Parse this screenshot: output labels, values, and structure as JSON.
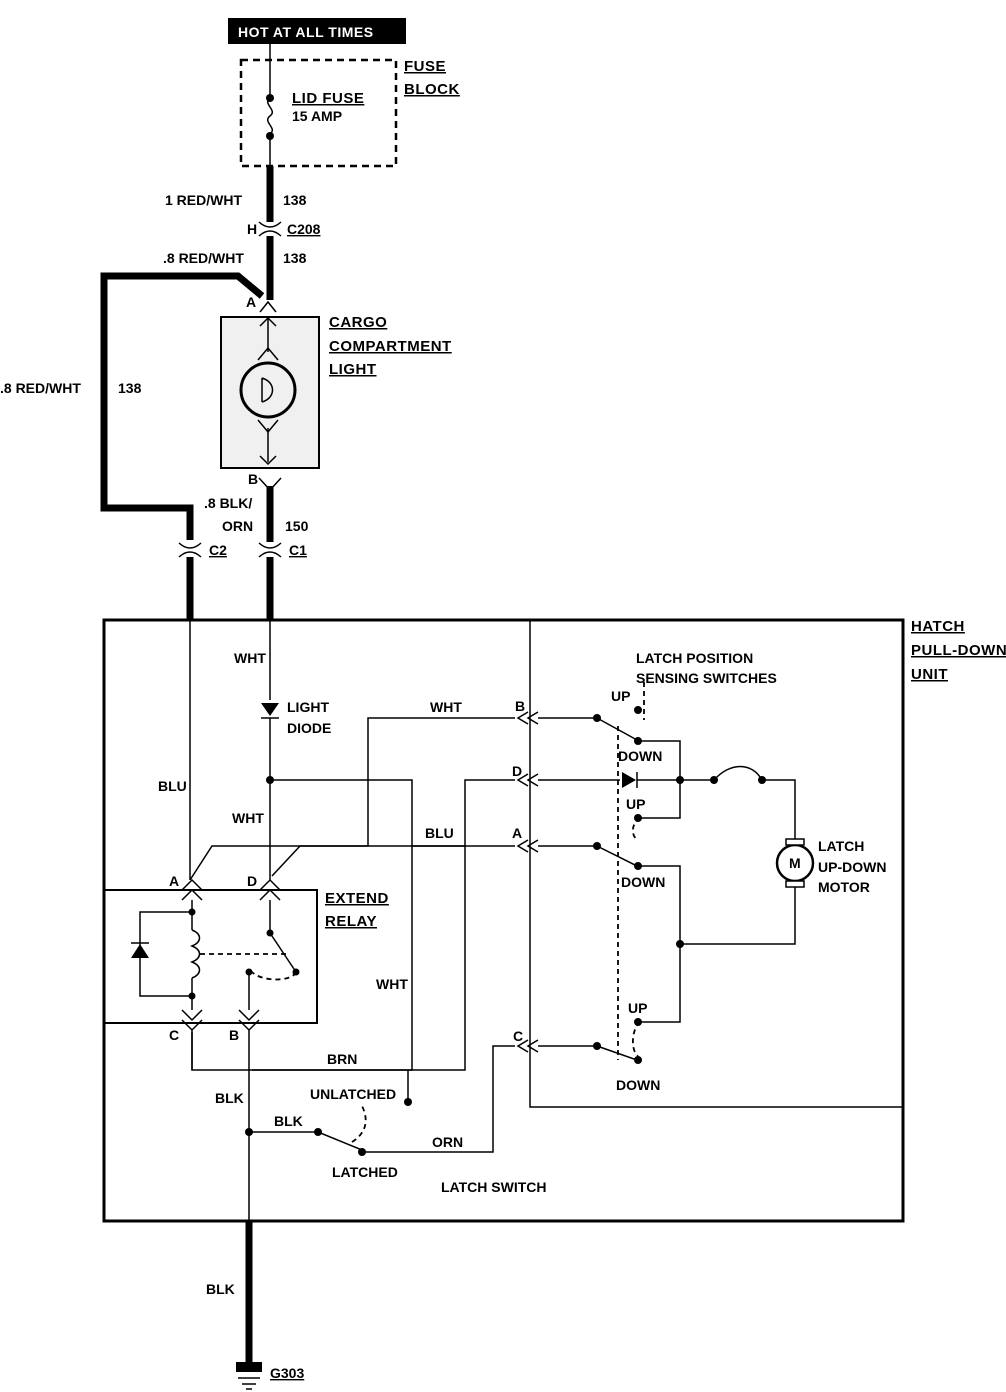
{
  "header": {
    "power_label": "HOT AT ALL TIMES"
  },
  "fuse_block": {
    "label_line1": "FUSE",
    "label_line2": "BLOCK",
    "fuse_name": "LID FUSE",
    "fuse_rating": "15 AMP"
  },
  "wires": {
    "top_wire": "1 RED/WHT",
    "top_circuit": "138",
    "connector_h_pin": "H",
    "connector_c208": "C208",
    "wire_08_rw": ".8 RED/WHT",
    "wire_08_rw_circuit": "138",
    "loop_wire": ".8 RED/WHT",
    "loop_circuit": "138",
    "blk_orn_line1": ".8 BLK/",
    "blk_orn_line2": "ORN",
    "blk_orn_circuit": "150",
    "connector_c2": "C2",
    "connector_c1": "C1"
  },
  "cargo_light": {
    "pin_a": "A",
    "pin_b": "B",
    "label_line1": "CARGO",
    "label_line2": "COMPARTMENT",
    "label_line3": "LIGHT"
  },
  "hatch_unit": {
    "label_line1": "HATCH",
    "label_line2": "PULL-DOWN",
    "label_line3": "UNIT",
    "wht_top": "WHT",
    "light_diode_line1": "LIGHT",
    "light_diode_line2": "DIODE",
    "blu_left": "BLU",
    "wht_mid": "WHT",
    "wht_relay_d": "WHT",
    "blu_mid": "BLU",
    "wht_lower": "WHT",
    "brn": "BRN",
    "blk_left": "BLK",
    "blk_switch": "BLK",
    "orn": "ORN",
    "unlatched": "UNLATCHED",
    "latched": "LATCHED",
    "latch_switch": "LATCH SWITCH"
  },
  "relay": {
    "label_line1": "EXTEND",
    "label_line2": "RELAY",
    "pin_a": "A",
    "pin_d": "D",
    "pin_c": "C",
    "pin_b": "B"
  },
  "latch_switches": {
    "title_line1": "LATCH POSITION",
    "title_line2": "SENSING SWITCHES",
    "pin_b": "B",
    "pin_d": "D",
    "pin_a": "A",
    "pin_c": "C",
    "up1": "UP",
    "down1": "DOWN",
    "up2": "UP",
    "down2": "DOWN",
    "up3": "UP",
    "down3": "DOWN"
  },
  "motor": {
    "symbol": "M",
    "label_line1": "LATCH",
    "label_line2": "UP-DOWN",
    "label_line3": "MOTOR"
  },
  "ground": {
    "wire": "BLK",
    "ground_id": "G303"
  }
}
